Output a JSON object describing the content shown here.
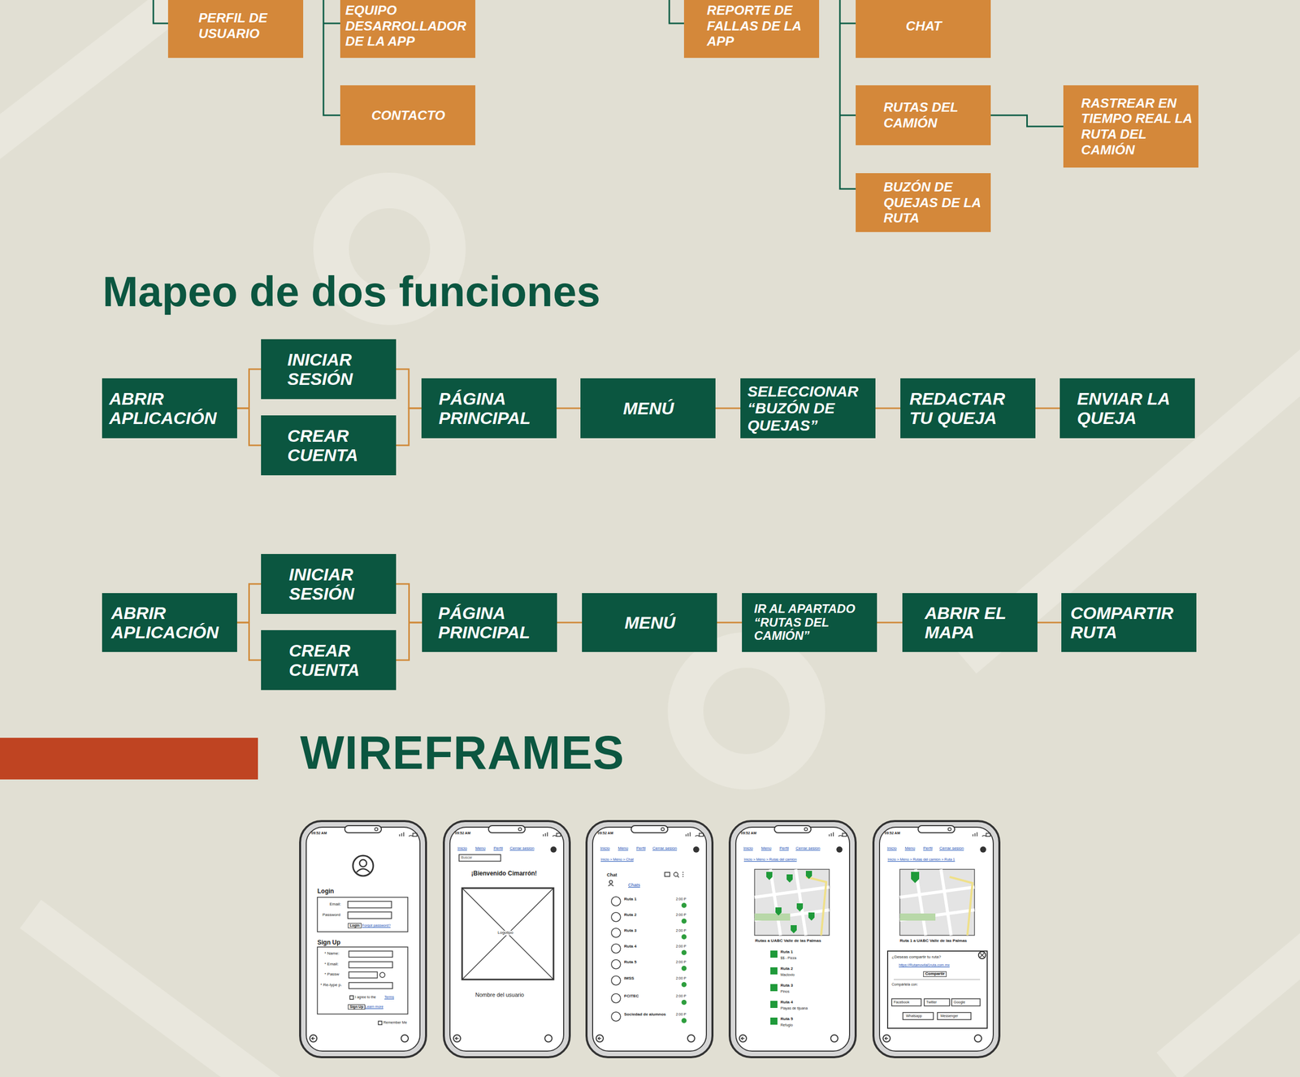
{
  "diagram": {
    "title": "Mapeo de dos funciones",
    "nodes": [
      {
        "text": [
          "PERFIL DE USUARIO"
        ]
      },
      {
        "text": [
          "EQUIPO DESARROLLADOR DE LA APP"
        ]
      },
      {
        "text": [
          "CONTACTO"
        ]
      },
      {
        "text": [
          "REPORTE DE FALLAS DE LA APP"
        ]
      },
      {
        "text": [
          "CHAT"
        ]
      },
      {
        "text": [
          "RUTAS DEL CAMIÓN"
        ]
      },
      {
        "text": [
          "RASTREAR EN TIEMPO REAL LA RUTA DEL CAMIÓN"
        ]
      },
      {
        "text": [
          "BUZÓN DE QUEJAS DE LA RUTA"
        ]
      },
      {
        "text": [
          "ABRIR APLICACIÓN"
        ]
      },
      {
        "text": [
          "INICIAR SESIÓN"
        ]
      },
      {
        "text": [
          "CREAR CUENTA"
        ]
      },
      {
        "text": [
          "PÁGINA PRINCIPAL"
        ]
      },
      {
        "text": [
          "MENÚ"
        ]
      },
      {
        "text": [
          "SELECCIONAR “BUZÓN DE QUEJAS”"
        ]
      },
      {
        "text": [
          "REDACTAR TU QUEJA"
        ]
      },
      {
        "text": [
          "ENVIAR LA QUEJA"
        ]
      },
      {
        "text": [
          "ABRIR APLICACIÓN"
        ]
      },
      {
        "text": [
          "INICIAR SESIÓN"
        ]
      },
      {
        "text": [
          "CREAR CUENTA"
        ]
      },
      {
        "text": [
          "PÁGINA PRINCIPAL"
        ]
      },
      {
        "text": [
          "MENÚ"
        ]
      },
      {
        "text": [
          "IR AL APARTADO “RUTAS DEL CAMIÓN”"
        ]
      },
      {
        "text": [
          "ABRIR EL MAPA"
        ]
      },
      {
        "text": [
          "COMPARTIR RUTA"
        ]
      }
    ],
    "edges": [
      {
        "from": 5,
        "to": 6,
        "arrow": "none"
      },
      {
        "from": 8,
        "to": 9,
        "arrow": "none"
      },
      {
        "from": 8,
        "to": 10,
        "arrow": "none"
      },
      {
        "from": 9,
        "to": 11,
        "arrow": "none"
      },
      {
        "from": 10,
        "to": 11,
        "arrow": "none"
      },
      {
        "from": 11,
        "to": 12,
        "arrow": "none"
      },
      {
        "from": 12,
        "to": 13,
        "arrow": "none"
      },
      {
        "from": 13,
        "to": 14,
        "arrow": "none"
      },
      {
        "from": 14,
        "to": 15,
        "arrow": "none"
      },
      {
        "from": 16,
        "to": 17,
        "arrow": "none"
      },
      {
        "from": 16,
        "to": 18,
        "arrow": "none"
      },
      {
        "from": 17,
        "to": 19,
        "arrow": "none"
      },
      {
        "from": 18,
        "to": 19,
        "arrow": "none"
      },
      {
        "from": 19,
        "to": 20,
        "arrow": "none"
      },
      {
        "from": 20,
        "to": 21,
        "arrow": "none"
      },
      {
        "from": 21,
        "to": 22,
        "arrow": "none"
      },
      {
        "from": 22,
        "to": 23,
        "arrow": "none"
      }
    ],
    "labels": [
      "WIREFRAMES",
      "09:52 AM",
      "Login",
      "Email:",
      "Password",
      "Login",
      "Forgot password?",
      "Sign Up",
      "* Name:",
      "* Email:",
      "* Passw",
      "* Re-type p.",
      "I agree to the",
      "Terms",
      "Sign Up",
      "Learn more",
      "Remember Me",
      "09:52 AM",
      "Inicio",
      "Menú",
      "Perfil",
      "Cerrar sesión",
      "Buscar",
      "¡Bienvenido Cimarrón!",
      "Logotipo",
      "Nombre del usuario",
      "09:52 AM",
      "Inicio",
      "Menú",
      "Perfil",
      "Cerrar sesión",
      "Inicio > Menú > Chat",
      "Chat",
      "Chats",
      "Ruta 1",
      "2:00 P",
      "Ruta 2",
      "2:00 P",
      "Ruta 3",
      "2:00 P",
      "Ruta 4",
      "2:00 P",
      "Ruta 5",
      "2:00 P",
      "IMSS",
      "2:00 P",
      "FCITEC",
      "2:00 P",
      "Sociedad de alumnos",
      "2:00 P",
      "09:52 AM",
      "Inicio",
      "Menú",
      "Perfil",
      "Cerrar sesión",
      "Inicio > Menú > Rutas del camión",
      "Rutas a UABC Valle de las Palmas",
      "Ruta 1",
      "$$ - Pizza",
      "Ruta 2",
      "Maclovio",
      "Ruta 3",
      "Pinos",
      "Ruta 4",
      "Playas de tijuana",
      "Ruta 5",
      "Refugio",
      "09:52 AM",
      "Inicio",
      "Menú",
      "Perfil",
      "Cerrar sesión",
      "Inicio > Menú > Rutas del camión > Ruta 1",
      "Ruta 1 a UABC Valle de las Palmas",
      "¿Deseas compartir tu ruta?",
      "https://Rutamovilal1ruta.com.mx",
      "Compartir",
      "Compártela con:",
      "Facebook",
      "Twitter",
      "Google",
      "Whatsapp",
      "Messenger"
    ]
  }
}
